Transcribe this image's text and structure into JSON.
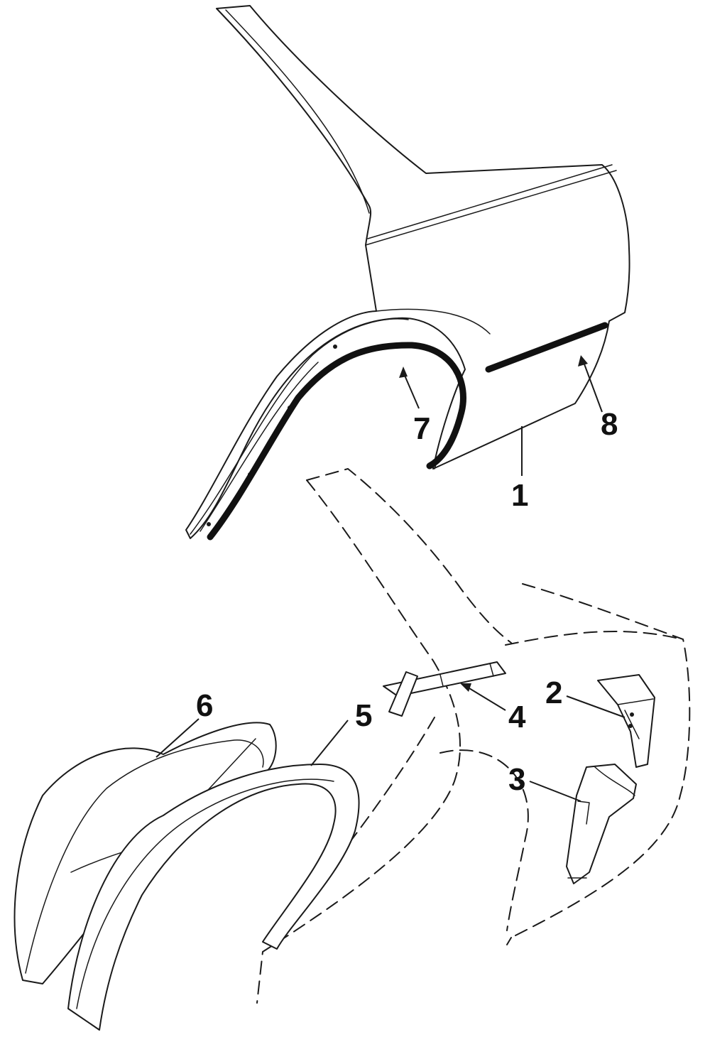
{
  "diagram": {
    "callouts": [
      {
        "id": "1",
        "label": "1"
      },
      {
        "id": "2",
        "label": "2"
      },
      {
        "id": "3",
        "label": "3"
      },
      {
        "id": "4",
        "label": "4"
      },
      {
        "id": "5",
        "label": "5"
      },
      {
        "id": "6",
        "label": "6"
      },
      {
        "id": "7",
        "label": "7"
      },
      {
        "id": "8",
        "label": "8"
      }
    ]
  },
  "colors": {
    "line": "#1a1a1a",
    "background": "#ffffff"
  }
}
